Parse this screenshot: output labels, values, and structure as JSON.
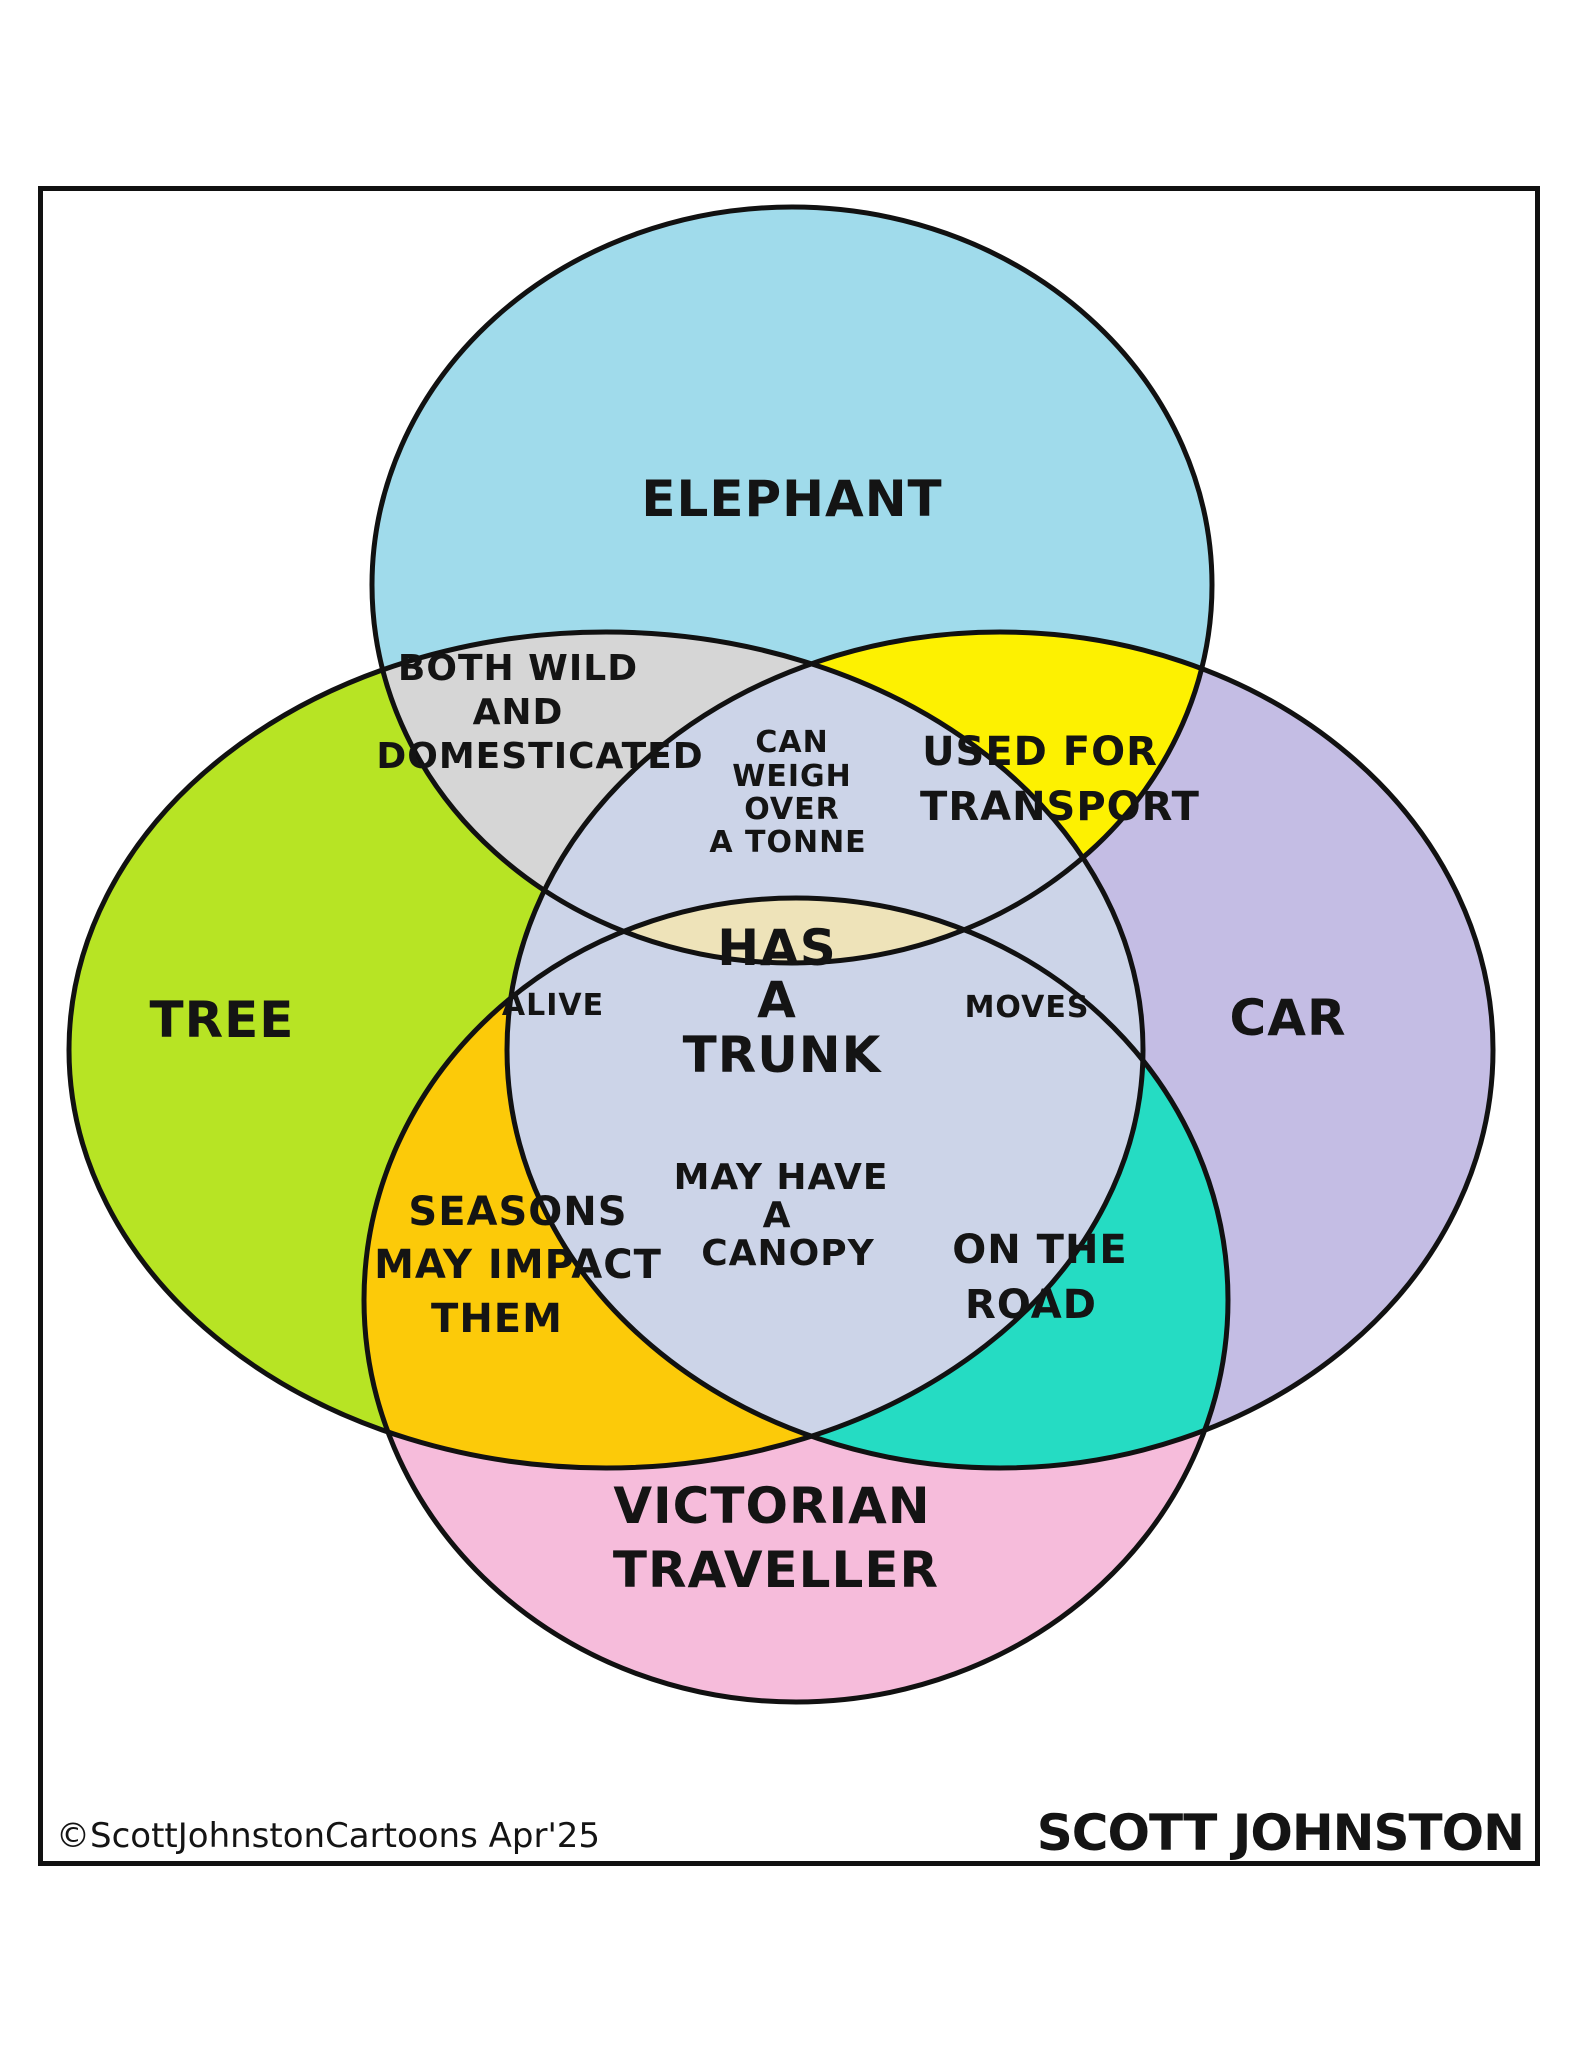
{
  "diagram": {
    "sets": {
      "elephant": {
        "label": "ELEPHANT",
        "color": "#a0dbeb"
      },
      "tree": {
        "label": "TREE",
        "color": "#b7e424"
      },
      "car": {
        "label": "CAR",
        "color": "#c4bde4"
      },
      "victorian": {
        "label_line1": "VICTORIAN",
        "label_line2": "TRAVELLER",
        "color": "#f6bcdb"
      }
    },
    "regions": {
      "elephant_tree": {
        "line1": "BOTH WILD",
        "line2": "AND",
        "line3": "DOMESTICATED",
        "color": "#d6d6d6"
      },
      "elephant_car": {
        "line1": "USED FOR",
        "line2": "TRANSPORT",
        "color": "#fdf101"
      },
      "elephant_victorian": {
        "line1": "CAN",
        "line2": "WEIGH",
        "line3": "OVER",
        "line4": "A TONNE",
        "color": "#f4a8e0"
      },
      "tree_victorian": {
        "line1": "SEASONS",
        "line2": "MAY IMPACT",
        "line3": "THEM",
        "color": "#fcca09"
      },
      "car_victorian": {
        "line1": "ON THE",
        "line2": "ROAD",
        "color": "#25dcc3"
      },
      "tree_car": {
        "line1": "MAY HAVE",
        "line2": "A",
        "line3": "CANOPY",
        "color": "#ccd4e8"
      },
      "alive": {
        "label": "ALIVE",
        "color": "#dcc1b0"
      },
      "moves": {
        "label": "MOVES",
        "color": "#eda54a"
      },
      "center": {
        "line1": "HAS",
        "line2": "A",
        "line3": "TRUNK",
        "color": "#eee3b9"
      }
    }
  },
  "footer": {
    "copyright": "©ScottJohnstonCartoons Apr'25",
    "signature": "SCOTT JOHNSTON"
  }
}
